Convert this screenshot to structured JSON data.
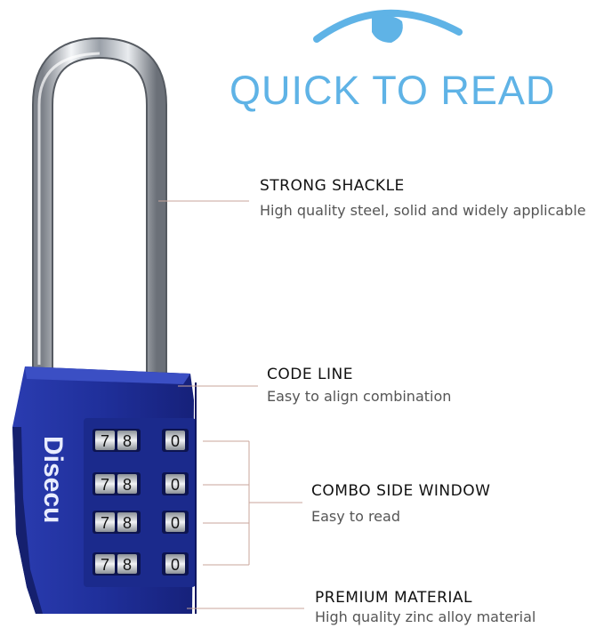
{
  "headline": "QUICK TO READ",
  "icon": "eye-icon",
  "brand": "Disecu",
  "colors": {
    "accent": "#5fb3e6",
    "lock_body": "#1f2f9a",
    "leader_line": "#c8a69b"
  },
  "dials": [
    {
      "left": "7",
      "right": "8",
      "side": "0"
    },
    {
      "left": "7",
      "right": "8",
      "side": "0"
    },
    {
      "left": "7",
      "right": "8",
      "side": "0"
    },
    {
      "left": "7",
      "right": "8",
      "side": "0"
    }
  ],
  "features": [
    {
      "title": "STRONG SHACKLE",
      "description": "High quality steel, solid and widely applicable"
    },
    {
      "title": "CODE LINE",
      "description": "Easy to align combination"
    },
    {
      "title": "COMBO SIDE WINDOW",
      "description": "Easy to read"
    },
    {
      "title": "PREMIUM MATERIAL",
      "description": "High quality zinc alloy material"
    }
  ]
}
